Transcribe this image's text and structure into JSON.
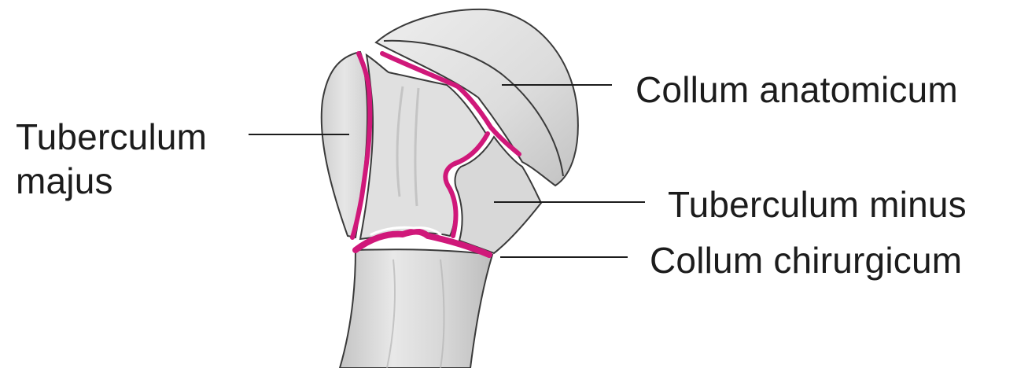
{
  "figure": {
    "colors": {
      "bone_fill": "#e2e2e2",
      "bone_shade": "#c9c9c9",
      "outline": "#3a3a3a",
      "fracture": "#d0187a",
      "leader": "#1c1c1c",
      "text": "#1c1c1c"
    }
  },
  "labels": {
    "tuberculum_majus_line1": "Tuberculum",
    "tuberculum_majus_line2": "majus",
    "collum_anatomicum": "Collum anatomicum",
    "tuberculum_minus": "Tuberculum minus",
    "collum_chirurgicum": "Collum chirurgicum"
  }
}
